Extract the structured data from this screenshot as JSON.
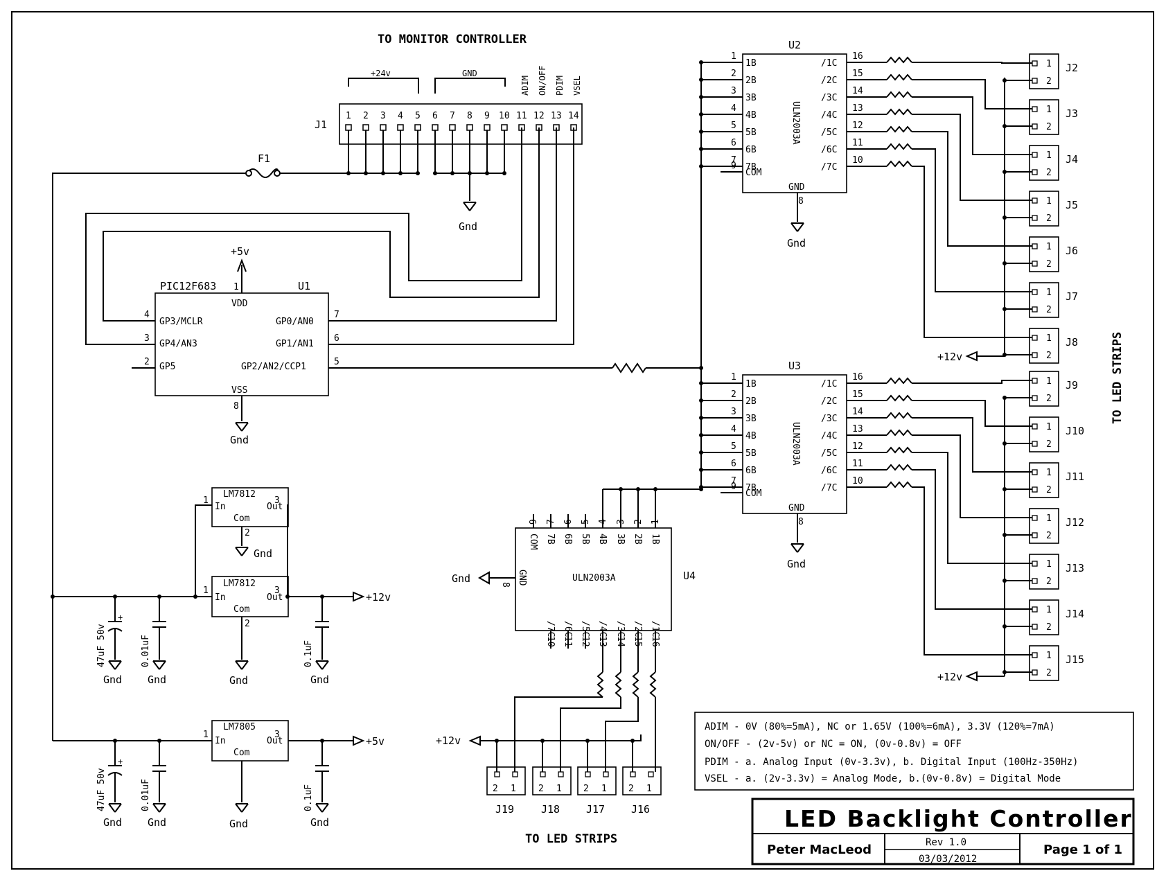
{
  "header": {
    "to_monitor": "TO MONITOR CONTROLLER",
    "to_led_right": "TO LED STRIPS",
    "to_led_bottom": "TO LED STRIPS"
  },
  "j1": {
    "ref": "J1",
    "group_24v": "+24v",
    "group_gnd": "GND",
    "signals": [
      "ADIM",
      "ON/OFF",
      "PDIM",
      "VSEL"
    ],
    "pins": [
      "1",
      "2",
      "3",
      "4",
      "5",
      "6",
      "7",
      "8",
      "9",
      "10",
      "11",
      "12",
      "13",
      "14"
    ]
  },
  "fuse": "F1",
  "u1": {
    "ref": "U1",
    "part": "PIC12F683",
    "pin1_num": "1",
    "vdd": "VDD",
    "vss": "VSS",
    "pin8_num": "8",
    "left": [
      {
        "num": "4",
        "name": "GP3/MCLR"
      },
      {
        "num": "3",
        "name": "GP4/AN3"
      },
      {
        "num": "2",
        "name": "GP5"
      }
    ],
    "right": [
      {
        "num": "7",
        "name": "GP0/AN0"
      },
      {
        "num": "6",
        "name": "GP1/AN1"
      },
      {
        "num": "5",
        "name": "GP2/AN2/CCP1"
      }
    ]
  },
  "uln": {
    "part": "ULN2003A",
    "inputs": [
      "1B",
      "2B",
      "3B",
      "4B",
      "5B",
      "6B",
      "7B",
      "COM"
    ],
    "input_nums": [
      "1",
      "2",
      "3",
      "4",
      "5",
      "6",
      "7",
      "9"
    ],
    "outputs": [
      "/1C",
      "/2C",
      "/3C",
      "/4C",
      "/5C",
      "/6C",
      "/7C"
    ],
    "output_nums": [
      "16",
      "15",
      "14",
      "13",
      "12",
      "11",
      "10"
    ],
    "gnd": "GND",
    "gnd_num": "8"
  },
  "u2_ref": "U2",
  "u3_ref": "U3",
  "u4": {
    "ref": "U4",
    "top_labels": [
      "COM",
      "7B",
      "6B",
      "5B",
      "4B",
      "3B",
      "2B",
      "1B"
    ],
    "top_nums": [
      "9",
      "7",
      "6",
      "5",
      "4",
      "3",
      "2",
      "1"
    ],
    "bottom_labels": [
      "/7C",
      "/6C",
      "/5C",
      "/4C",
      "/3C",
      "/2C",
      "/1C"
    ],
    "bottom_nums": [
      "10",
      "11",
      "12",
      "13",
      "14",
      "15",
      "16"
    ],
    "gnd_label": "GND",
    "gnd_num": "8"
  },
  "connectors_right_top": [
    "J2",
    "J3",
    "J4",
    "J5",
    "J6",
    "J7",
    "J8"
  ],
  "connectors_right_bottom": [
    "J9",
    "J10",
    "J11",
    "J12",
    "J13",
    "J14",
    "J15"
  ],
  "connectors_bottom": [
    "J19",
    "J18",
    "J17",
    "J16"
  ],
  "conn_pins": [
    "1",
    "2"
  ],
  "regs": {
    "lm7812": "LM7812",
    "lm7805": "LM7805",
    "in": "In",
    "out": "Out",
    "com": "Com",
    "pin1": "1",
    "pin2": "2",
    "pin3": "3"
  },
  "caps": {
    "c47": "47uF 50v",
    "c001": "0.01uF",
    "c01": "0.1uF"
  },
  "labels": {
    "gnd": "Gnd",
    "p5v": "+5v",
    "p12v": "+12v"
  },
  "notes": [
    "ADIM - 0V (80%=5mA), NC or 1.65V (100%=6mA), 3.3V (120%=7mA)",
    "ON/OFF - (2v-5v) or NC = ON, (0v-0.8v) = OFF",
    "PDIM - a. Analog Input (0v-3.3v), b. Digital Input (100Hz-350Hz)",
    "VSEL - a. (2v-3.3v) = Analog Mode, b.(0v-0.8v) = Digital Mode"
  ],
  "title_block": {
    "title": "LED Backlight Controller",
    "author": "Peter MacLeod",
    "rev": "Rev 1.0",
    "date": "03/03/2012",
    "page": "Page 1 of 1"
  }
}
